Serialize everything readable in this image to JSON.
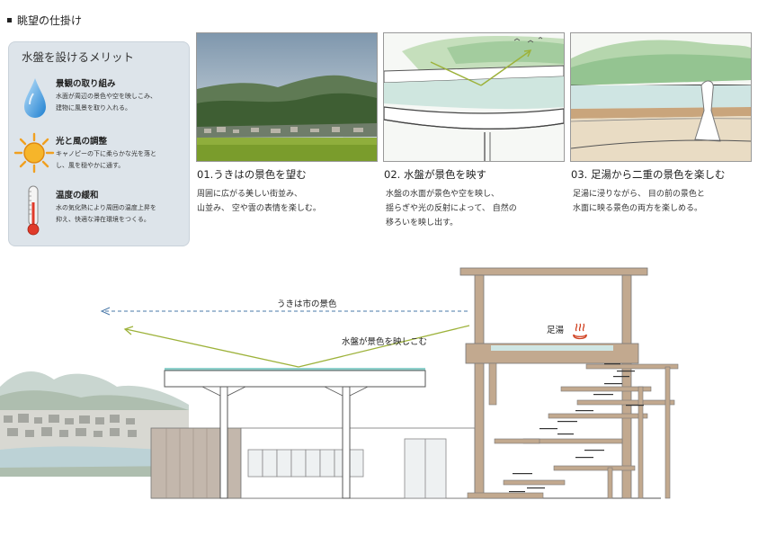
{
  "heading": "眺望の仕掛け",
  "merits": {
    "title": "水盤を設けるメリット",
    "items": [
      {
        "icon": "water-drop-icon",
        "title": "景観の取り組み",
        "lines": [
          "水面が周辺の景色や空を映しこみ、",
          "建物に風景を取り入れる。"
        ]
      },
      {
        "icon": "sun-icon",
        "title": "光と風の調整",
        "lines": [
          "キャノピーの下に柔らかな光を落と",
          "し、風を穏やかに通す。"
        ]
      },
      {
        "icon": "thermometer-icon",
        "title": "温度の緩和",
        "lines": [
          "水の気化熱により周囲の温度上昇を",
          "抑え、快適な滞在環境をつくる。"
        ]
      }
    ]
  },
  "panels": [
    {
      "title": "01.うきはの景色を望む",
      "lines": [
        "周囲に広がる美しい街並み、",
        "山並み、 空や雲の表情を楽しむ。"
      ]
    },
    {
      "title": "02. 水盤が景色を映す",
      "lines": [
        "水盤の水面が景色や空を映し、",
        "揺らぎや光の反射によって、 自然の",
        "移ろいを映し出す。"
      ]
    },
    {
      "title": "03. 足湯から二重の景色を楽しむ",
      "lines": [
        "足湯に浸りながら、 目の前の景色と",
        "水面に映る景色の両方を楽しめる。"
      ]
    }
  ],
  "section": {
    "view_label": "うきは市の景色",
    "reflect_label": "水盤が景色を映しこむ",
    "footbath_label": "足湯",
    "footbath_icon": "hot-spring-icon"
  },
  "colors": {
    "accent_line": "#9db23a",
    "dashed_line": "#4a78a8",
    "wood": "#c2a98f"
  }
}
